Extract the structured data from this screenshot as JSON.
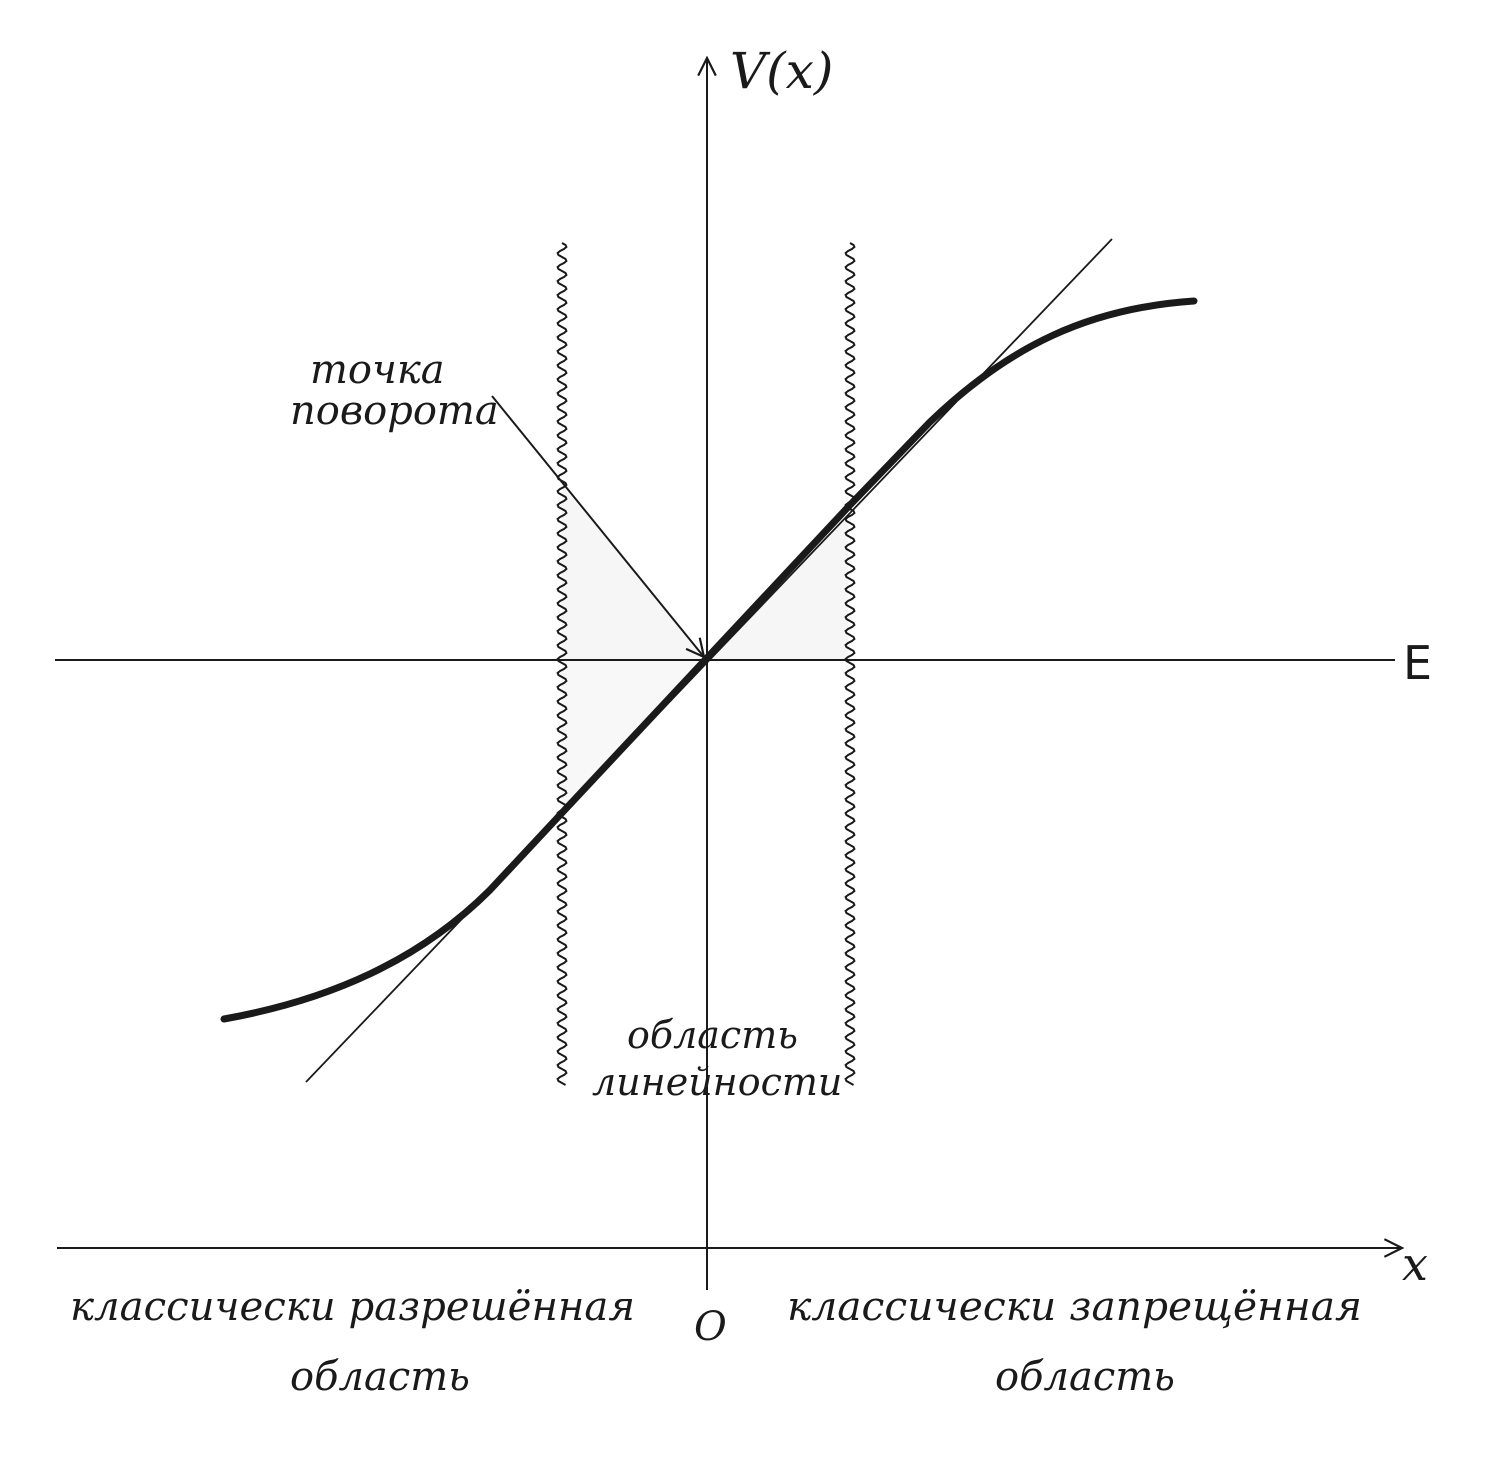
{
  "axes": {
    "y_label": "V(x)",
    "x_label": "x",
    "origin_label": "O",
    "energy_label": "E"
  },
  "annotations": {
    "turning_point_line1": "точка",
    "turning_point_line2": "поворота",
    "linear_region_line1": "область",
    "linear_region_line2": "линейности",
    "allowed_line1": "классически разрешённая",
    "allowed_line2": "область",
    "forbidden_line1": "классически запрещённая",
    "forbidden_line2": "область"
  },
  "colors": {
    "ink": "#1a1a1a",
    "shade": "#f6f6f6"
  }
}
